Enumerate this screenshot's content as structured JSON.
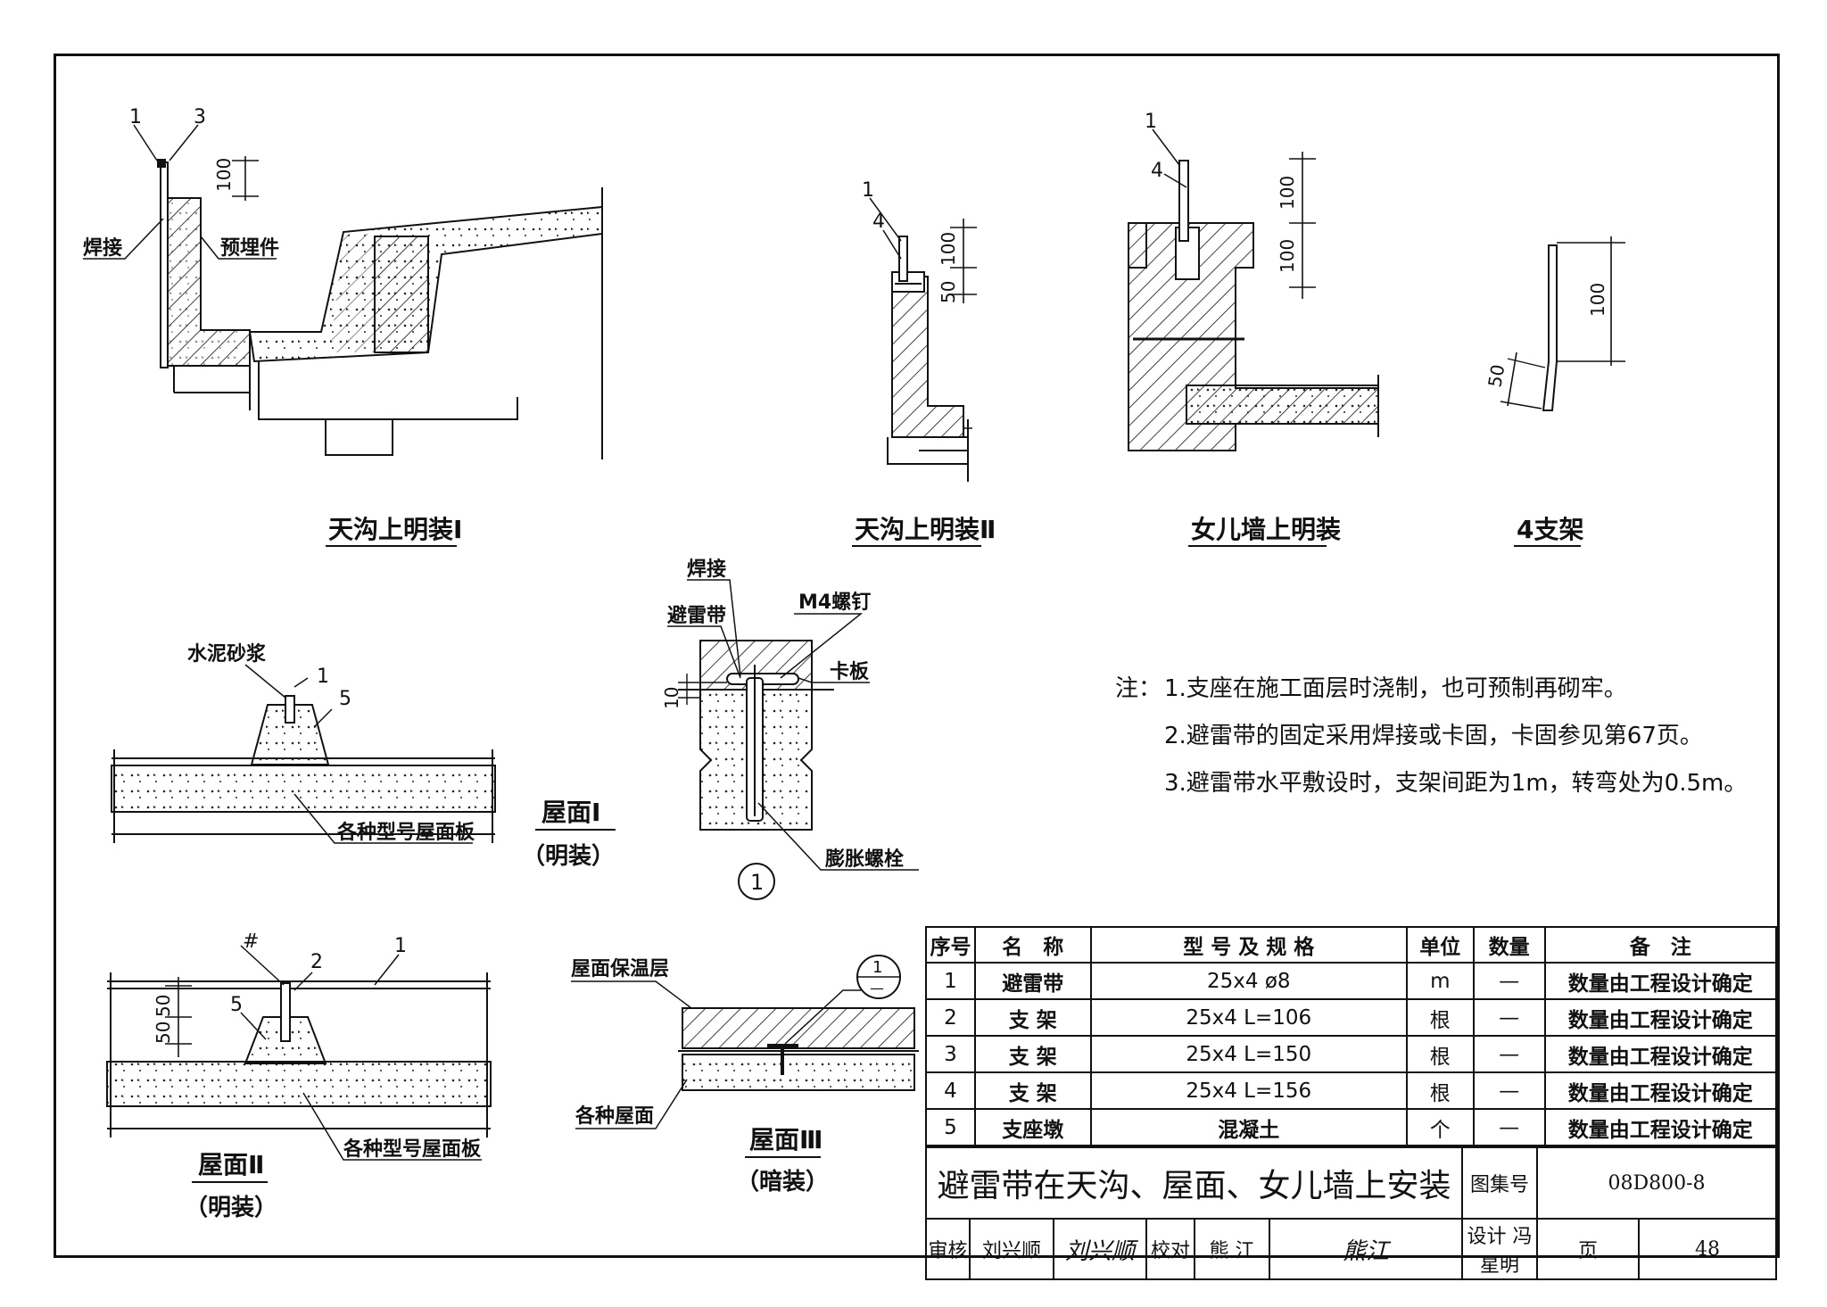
{
  "drawings": {
    "gutter_1": {
      "title": "天沟上明装Ⅰ",
      "labels": {
        "n1": "1",
        "n3": "3",
        "weld": "焊接",
        "embed": "预埋件",
        "dim": "100"
      }
    },
    "gutter_2": {
      "title": "天沟上明装Ⅱ",
      "labels": {
        "n1": "1",
        "n4": "4",
        "dim100": "100",
        "dim50": "50"
      }
    },
    "parapet": {
      "title": "女儿墙上明装",
      "labels": {
        "n1": "1",
        "n4": "4",
        "dimA": "100",
        "dimB": "100"
      }
    },
    "bracket4": {
      "title": "4支架",
      "labels": {
        "dim100": "100",
        "dim50": "50"
      }
    },
    "roof_1": {
      "title": "屋面Ⅰ",
      "subtitle": "（明装）",
      "labels": {
        "mortar": "水泥砂浆",
        "n1": "1",
        "n5": "5",
        "slab": "各种型号屋面板"
      }
    },
    "detail_1": {
      "marker": "1",
      "labels": {
        "weld": "焊接",
        "m4": "M4螺钉",
        "strip": "避雷带",
        "clip": "卡板",
        "dim10": "10",
        "bolt": "膨胀螺栓"
      }
    },
    "roof_2": {
      "title": "屋面Ⅱ",
      "subtitle": "（明装）",
      "labels": {
        "n1": "1",
        "n2": "2",
        "n5": "5",
        "dim1": "50",
        "dim2": "50",
        "slab": "各种型号屋面板"
      }
    },
    "roof_3": {
      "title": "屋面Ⅲ",
      "subtitle": "（暗装）",
      "labels": {
        "insul": "屋面保温层",
        "any": "各种屋面",
        "ref_top": "1",
        "ref_bottom": "—"
      }
    }
  },
  "notes": {
    "prefix": "注：",
    "items": [
      "1.支座在施工面层时浇制，也可预制再砌牢。",
      "2.避雷带的固定采用焊接或卡固，卡固参见第67页。",
      "3.避雷带水平敷设时，支架间距为1m，转弯处为0.5m。"
    ]
  },
  "bom": {
    "headers": [
      "序号",
      "名　称",
      "型 号 及 规 格",
      "单位",
      "数量",
      "备　注"
    ],
    "rows": [
      [
        "1",
        "避雷带",
        "25x4  ø8",
        "m",
        "—",
        "数量由工程设计确定"
      ],
      [
        "2",
        "支 架",
        "25x4  L=106",
        "根",
        "—",
        "数量由工程设计确定"
      ],
      [
        "3",
        "支 架",
        "25x4  L=150",
        "根",
        "—",
        "数量由工程设计确定"
      ],
      [
        "4",
        "支 架",
        "25x4  L=156",
        "根",
        "—",
        "数量由工程设计确定"
      ],
      [
        "5",
        "支座墩",
        "混凝土",
        "个",
        "—",
        "数量由工程设计确定"
      ]
    ]
  },
  "title_block": {
    "title": "避雷带在天沟、屋面、女儿墙上安装",
    "atlas_label": "图集号",
    "atlas_no": "08D800-8",
    "review_label": "审核",
    "reviewer": "刘兴顺",
    "check_label": "校对",
    "checker": "熊 江",
    "design_label": "设计",
    "designer": "冯星明",
    "page_label": "页",
    "page_no": "48"
  }
}
